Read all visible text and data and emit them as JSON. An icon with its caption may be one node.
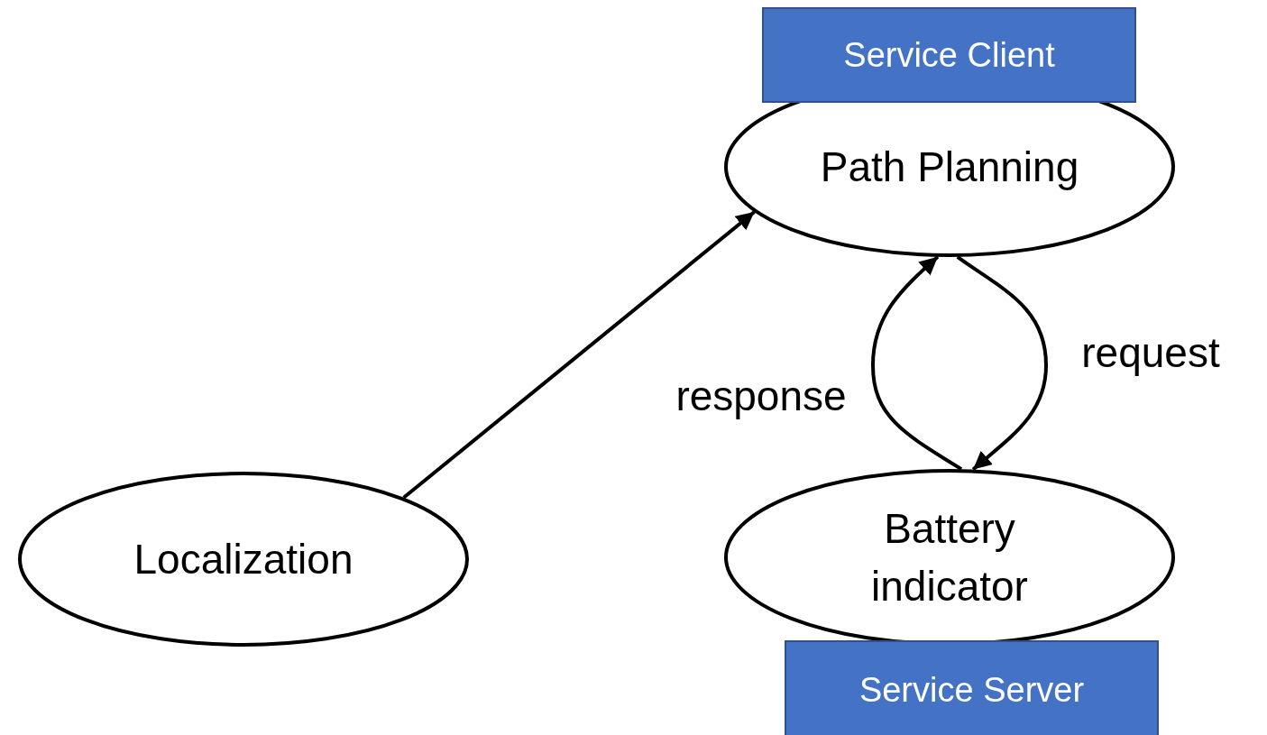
{
  "diagram": {
    "nodes": [
      {
        "text": [
          "Service Client"
        ]
      },
      {
        "text": [
          "Path Planning"
        ]
      },
      {
        "text": [
          "Localization"
        ]
      },
      {
        "text": [
          "Battery indicator"
        ]
      },
      {
        "text": [
          "Service Server"
        ]
      }
    ],
    "edges": [
      {
        "from": 2,
        "to": 1,
        "arrow": "to"
      },
      {
        "from": 3,
        "to": 1,
        "arrow": "to",
        "label": "response"
      },
      {
        "from": 1,
        "to": 3,
        "arrow": "to",
        "label": "request"
      }
    ]
  }
}
